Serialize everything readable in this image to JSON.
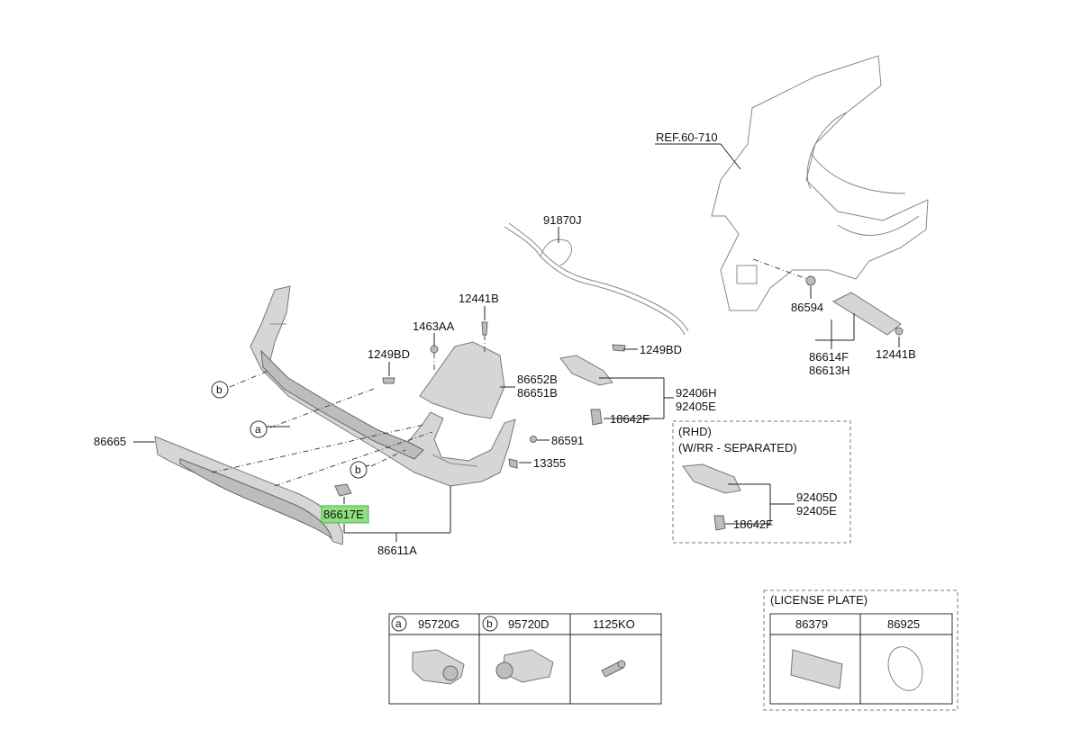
{
  "parts": {
    "ref_60_710": "REF.60-710",
    "p91870J": "91870J",
    "p12441B_top": "12441B",
    "p1463AA": "1463AA",
    "p1249BD_left": "1249BD",
    "p1249BD_right": "1249BD",
    "p86652B": "86652B",
    "p86651B": "86651B",
    "p92406H": "92406H",
    "p92405E": "92405E",
    "p18642F": "18642F",
    "p86665": "86665",
    "p86591": "86591",
    "p13355": "13355",
    "p86617E": "86617E",
    "p86611A": "86611A",
    "p86594": "86594",
    "p86614F": "86614F",
    "p86613H": "86613H",
    "p12441B_right": "12441B"
  },
  "callouts": {
    "a": "a",
    "b": "b"
  },
  "rhd_box": {
    "title1": "(RHD)",
    "title2": "(W/RR - SEPARATED)",
    "p92405D": "92405D",
    "p92405E": "92405E",
    "p18642F": "18642F"
  },
  "sensor_table": {
    "col_a_marker": "a",
    "col_a_part": "95720G",
    "col_b_marker": "b",
    "col_b_part": "95720D",
    "col_c_part": "1125KO"
  },
  "license_plate": {
    "title": "(LICENSE PLATE)",
    "col1_part": "86379",
    "col2_part": "86925"
  },
  "colors": {
    "highlight": "#8ee07e",
    "part_fill": "#d6d6d6"
  }
}
